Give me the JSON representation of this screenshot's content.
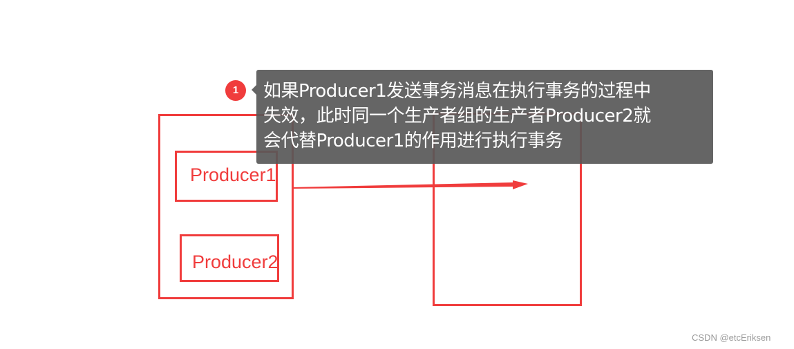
{
  "diagram": {
    "group_box": {
      "label": ""
    },
    "producers": [
      {
        "label": "Producer1"
      },
      {
        "label": "Producer2"
      }
    ],
    "target_box": {
      "label": ""
    },
    "arrow": {
      "from": "Producer1",
      "to": "target_box",
      "color": "#f03c3c"
    }
  },
  "annotation": {
    "badge": "1",
    "lines": [
      "如果Producer1发送事务消息在执行事务的过程中",
      "失效，此时同一个生产者组的生产者Producer2就",
      "会代替Producer1的作用进行执行事务"
    ]
  },
  "colors": {
    "stroke": "#f03c3c",
    "tooltip_bg": "#595959",
    "watermark": "#9a9a9a"
  },
  "watermark": "CSDN @etcEriksen"
}
